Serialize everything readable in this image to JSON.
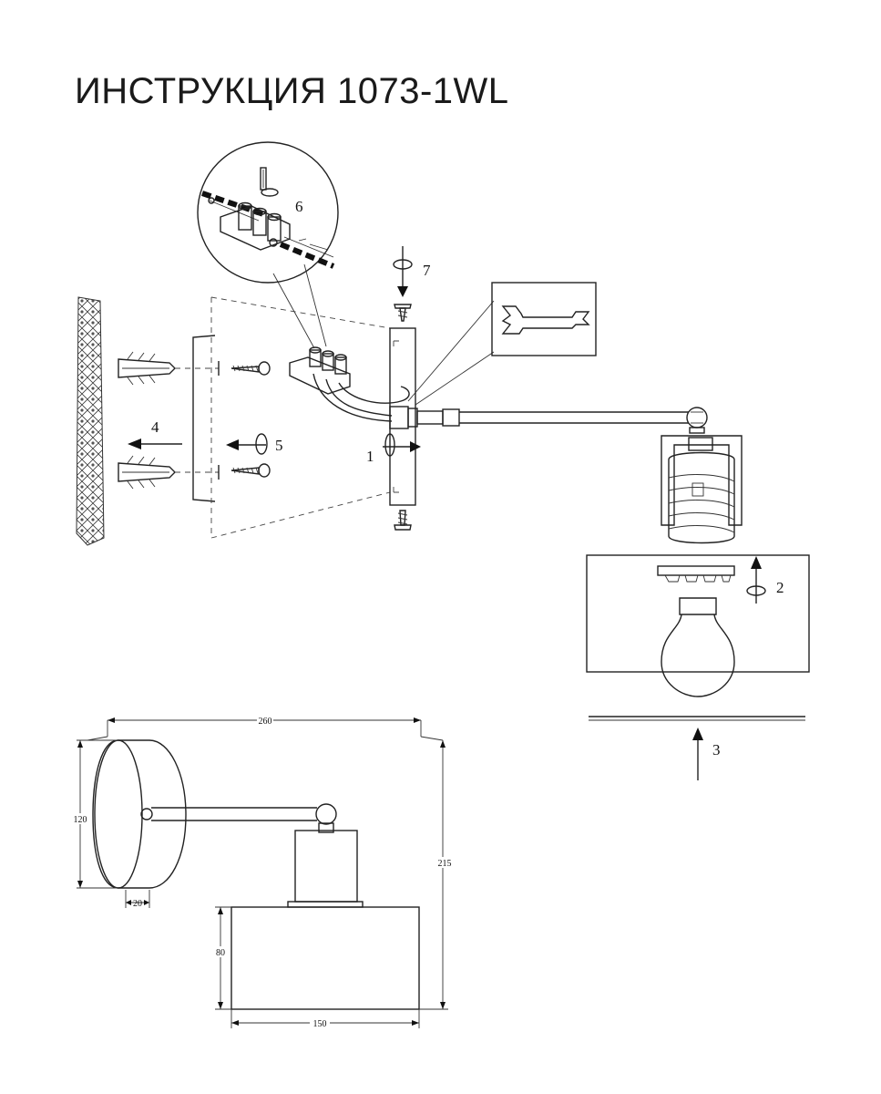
{
  "title": "ИНСТРУКЦИЯ 1073-1WL",
  "steps": {
    "s1": "1",
    "s2": "2",
    "s3": "3",
    "s4": "4",
    "s5": "5",
    "s6": "6",
    "s7": "7"
  },
  "dimensions": {
    "width_total": "260",
    "height_total": "215",
    "base_diameter": "120",
    "base_depth": "20",
    "shade_height": "80",
    "shade_width": "150"
  }
}
